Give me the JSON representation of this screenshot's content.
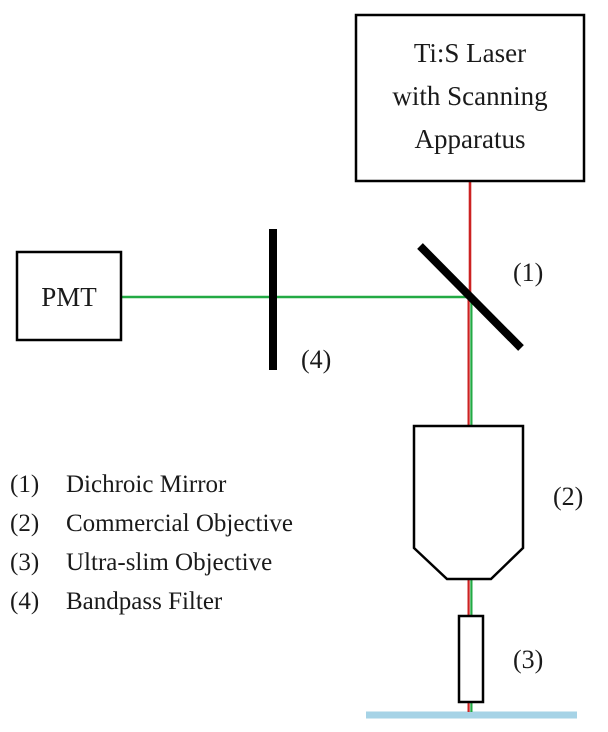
{
  "laser_box": {
    "lines": [
      "Ti:S Laser",
      "with Scanning",
      "Apparatus"
    ]
  },
  "detector_box": {
    "label": "PMT"
  },
  "callouts": {
    "mirror": "(1)",
    "commercial_objective": "(2)",
    "slim_objective": "(3)",
    "filter": "(4)"
  },
  "legend": [
    {
      "num": "(1)",
      "text": "Dichroic Mirror"
    },
    {
      "num": "(2)",
      "text": "Commercial Objective"
    },
    {
      "num": "(3)",
      "text": "Ultra-slim Objective"
    },
    {
      "num": "(4)",
      "text": "Bandpass Filter"
    }
  ],
  "colors": {
    "excitation_beam": "#cc2222",
    "emission_beam": "#22aa44",
    "sample_surface": "#a6d3e6",
    "outline": "#000000"
  }
}
